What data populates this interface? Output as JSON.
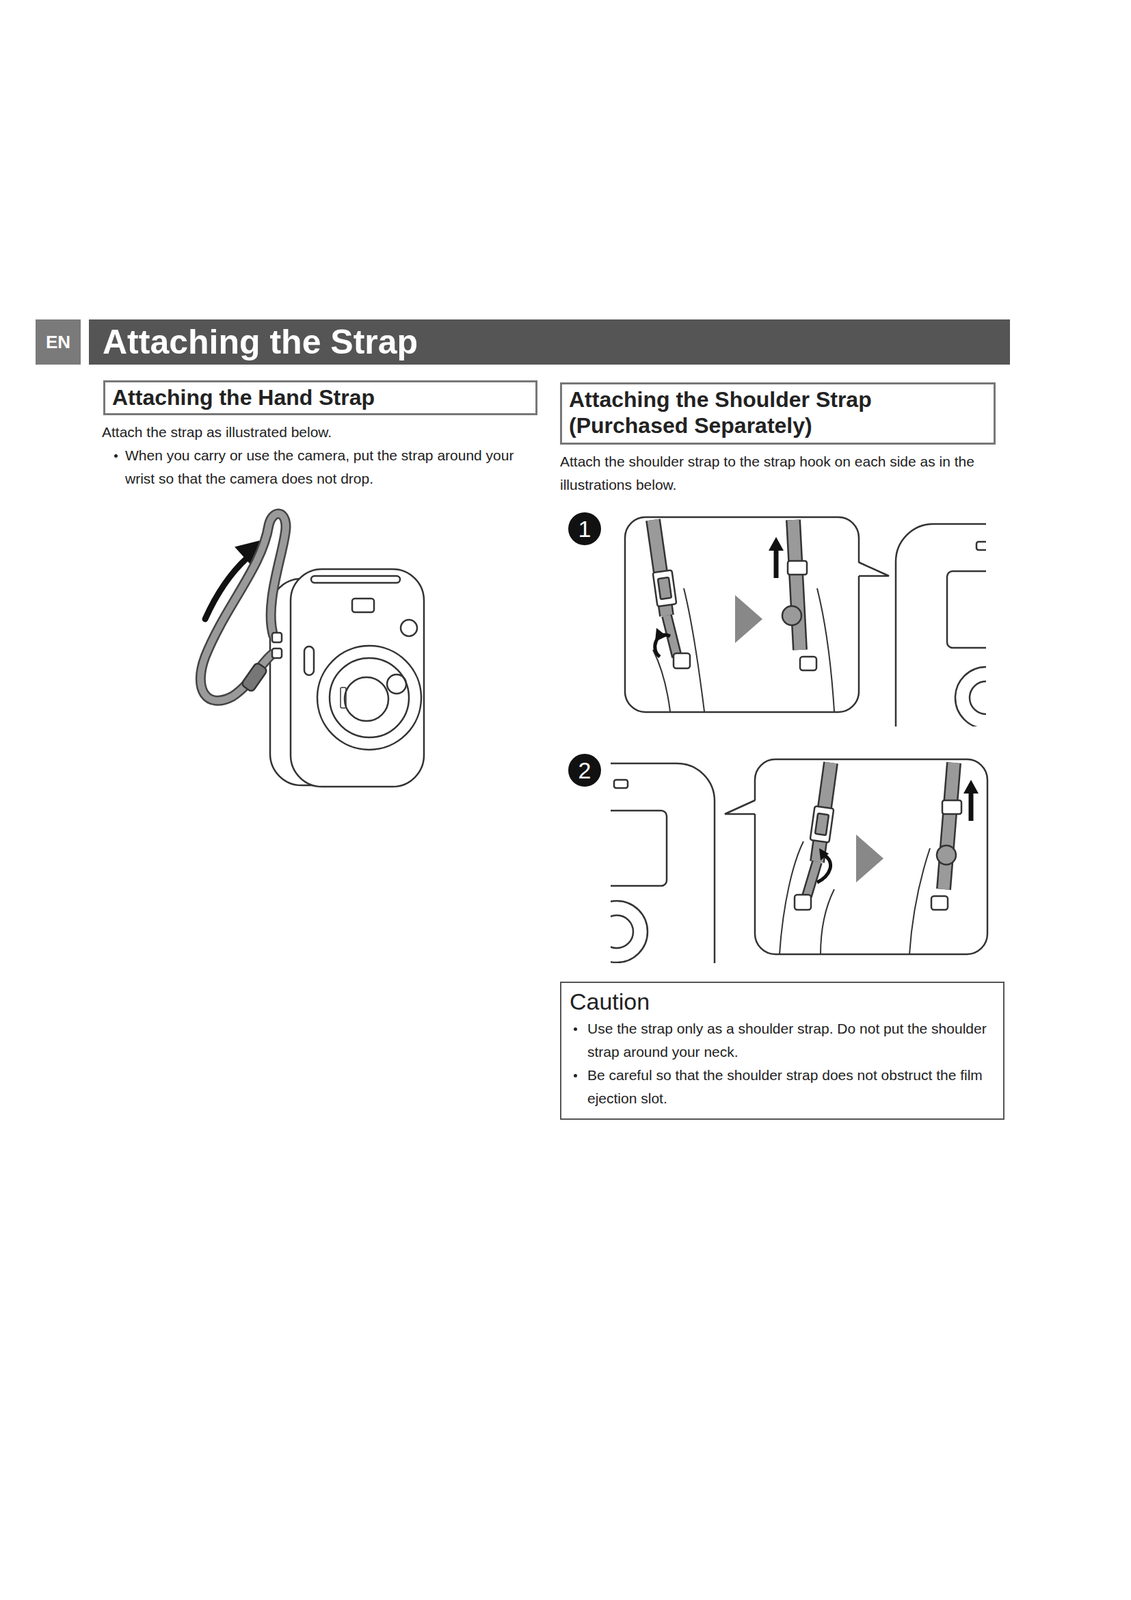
{
  "diagram": {
    "title": "Attaching the Strap",
    "nodes": [
      {
        "text": [
          "Attaching the Hand Strap"
        ]
      },
      {
        "text": [
          "Attaching the Shoulder Strap (Purchased Separately)"
        ]
      },
      {
        "text": [
          "Caution",
          "Use the strap only as a shoulder strap. Do not put the shoulder strap around your neck.",
          "Be careful so that the shoulder strap does not obstruct the film ejection slot."
        ]
      }
    ],
    "labels": [
      "EN",
      "Attach the strap as illustrated below.",
      "When you carry or use the camera, put the strap around your wrist so that the camera does not drop.",
      "Attach the shoulder strap to the strap hook on each side as in the illustrations below.",
      "1",
      "2"
    ]
  }
}
